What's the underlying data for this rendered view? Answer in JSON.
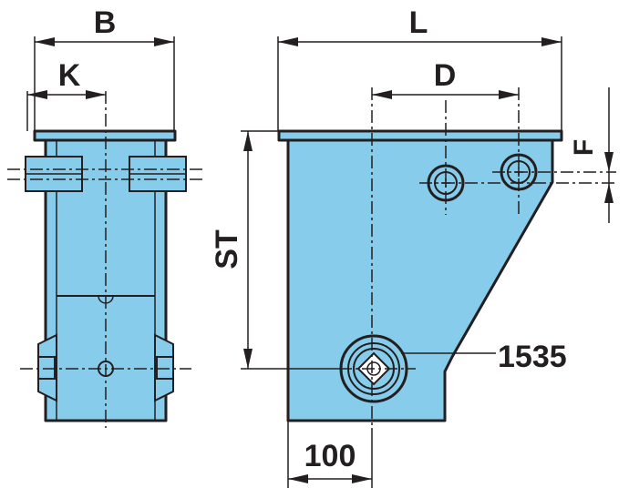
{
  "labels": {
    "b": "B",
    "k": "K",
    "l": "L",
    "d": "D",
    "f": "F",
    "st": "ST",
    "part_number": "1535",
    "bottom_dim": "100"
  },
  "colors": {
    "part_fill": "#87cdeb",
    "stroke": "#231f20",
    "background": "#ffffff"
  }
}
